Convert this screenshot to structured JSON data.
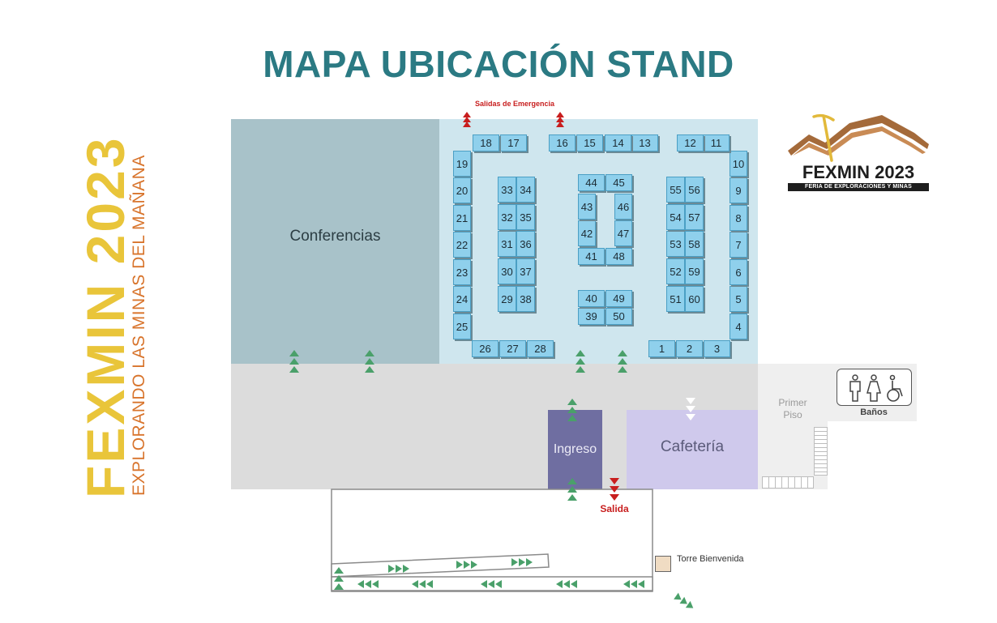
{
  "title": "MAPA UBICACIÓN STAND",
  "side_title": "FEXMIN 2023",
  "side_subtitle": "EXPLORANDO LAS MINAS DEL MAÑANA",
  "logo": {
    "name": "FEXMIN 2023",
    "tagline": "FERIA DE EXPLORACIONES Y MINAS"
  },
  "areas": {
    "conferencias": "Conferencias",
    "ingreso": "Ingreso",
    "cafeteria": "Cafetería",
    "primer_piso": "Primer Piso",
    "banos": "Baños",
    "salida": "Salida",
    "salidas_emergencia": "Salidas de Emergencia",
    "torre_bienvenida": "Torre Bienvenida"
  },
  "stands": [
    "1",
    "2",
    "3",
    "4",
    "5",
    "6",
    "7",
    "8",
    "9",
    "10",
    "11",
    "12",
    "13",
    "14",
    "15",
    "16",
    "17",
    "18",
    "19",
    "20",
    "21",
    "22",
    "23",
    "24",
    "25",
    "26",
    "27",
    "28",
    "29",
    "30",
    "31",
    "32",
    "33",
    "34",
    "35",
    "36",
    "37",
    "38",
    "39",
    "40",
    "41",
    "42",
    "43",
    "44",
    "45",
    "46",
    "47",
    "48",
    "49",
    "50",
    "51",
    "52",
    "53",
    "54",
    "55",
    "56",
    "57",
    "58",
    "59",
    "60"
  ],
  "colors": {
    "title": "#2b7a83",
    "conferencias": "#a8c2c9",
    "exhibition": "#cfe6ee",
    "hall": "#dcdcdc",
    "ingreso": "#6f6ea1",
    "cafeteria": "#cfc9ec",
    "stand": "#8fd0ec",
    "arrow_green": "#4aa06a",
    "arrow_red": "#c81e1e",
    "side_title": "#e9c53a",
    "side_subtitle": "#d8742c"
  },
  "icons": [
    "male-restroom-icon",
    "female-restroom-icon",
    "wheelchair-icon",
    "green-direction-arrow-icon",
    "red-exit-arrow-icon",
    "white-direction-arrow-icon",
    "pickaxe-mountain-logo-icon"
  ]
}
